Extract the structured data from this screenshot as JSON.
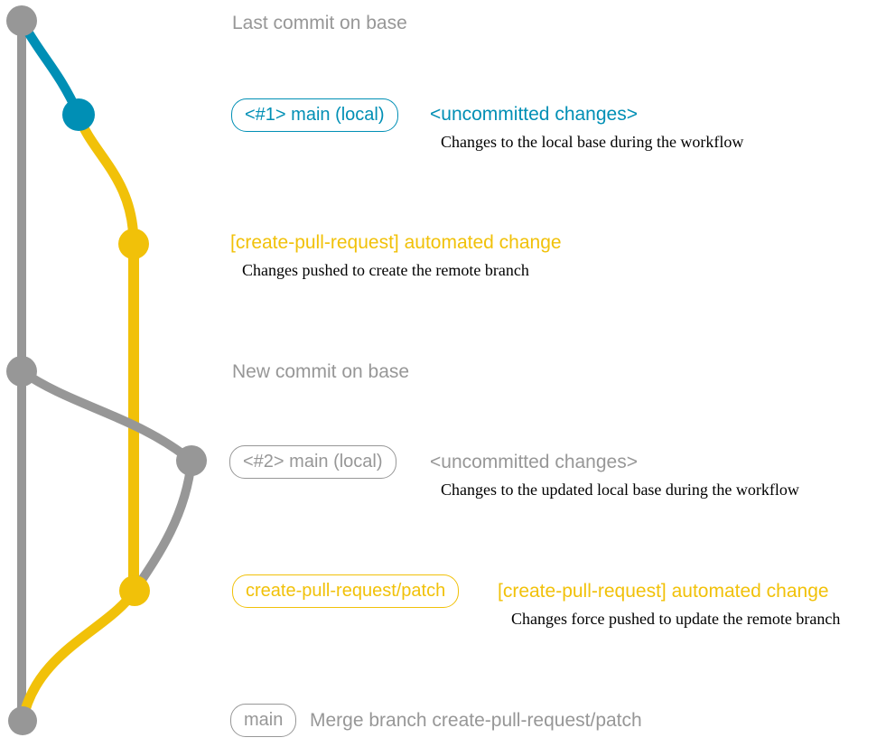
{
  "colors": {
    "gray": "#979797",
    "blue": "#008fb5",
    "yellow": "#f1c109",
    "note": "#000000",
    "background": "#ffffff"
  },
  "rows": [
    {
      "message": "Last commit on base"
    },
    {
      "branch_label": "<#1> main (local)",
      "message": "<uncommitted changes>",
      "note": "Changes to the local base during the workflow"
    },
    {
      "message": "[create-pull-request] automated change",
      "note": "Changes pushed to create the remote branch"
    },
    {
      "message": "New commit on base"
    },
    {
      "branch_label": "<#2> main (local)",
      "message": "<uncommitted changes>",
      "note": "Changes to the updated local base during the workflow"
    },
    {
      "branch_label": "create-pull-request/patch",
      "message": "[create-pull-request] automated change",
      "note": "Changes force pushed to update the remote branch"
    },
    {
      "branch_label": "main",
      "message": "Merge branch create-pull-request/patch"
    }
  ]
}
